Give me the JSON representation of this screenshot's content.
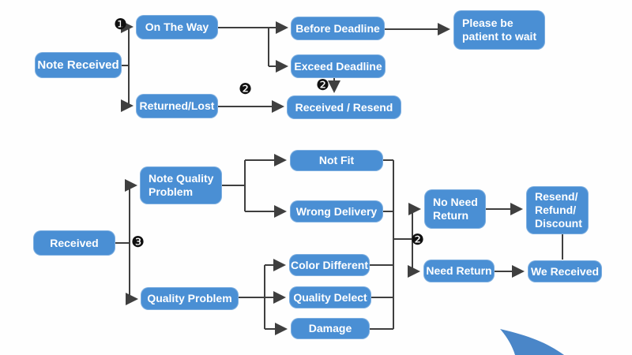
{
  "diagram_title": "order-problem-resolution-flowchart",
  "colors": {
    "node_fill": "#4a8fd4",
    "line_color": "#3f3f3f",
    "swoosh_color": "#4a86c8",
    "text_color": "#ffffff"
  },
  "markers": {
    "step1": "❶",
    "step2": "❷",
    "step3": "❸"
  },
  "nodes": {
    "note_received": "Note Received",
    "on_the_way": "On The Way",
    "before_deadline": "Before Deadline",
    "please_wait": "Please be\npatient to wait",
    "exceed_deadline": "Exceed Deadline",
    "returned_lost": "Returned/Lost",
    "received_resend": "Received / Resend",
    "received": "Received",
    "note_quality_problem": "Note Quality\nProblem",
    "not_fit": "Not Fit",
    "wrong_delivery": "Wrong Delivery",
    "quality_problem": "Quality Problem",
    "color_different": "Color Different",
    "quality_delect": "Quality Delect",
    "damage": "Damage",
    "no_need_return": "No Need\nReturn",
    "resend_refund_discount": "Resend/\nRefund/\nDiscount",
    "need_return": "Need Return",
    "we_received": "We Received"
  }
}
